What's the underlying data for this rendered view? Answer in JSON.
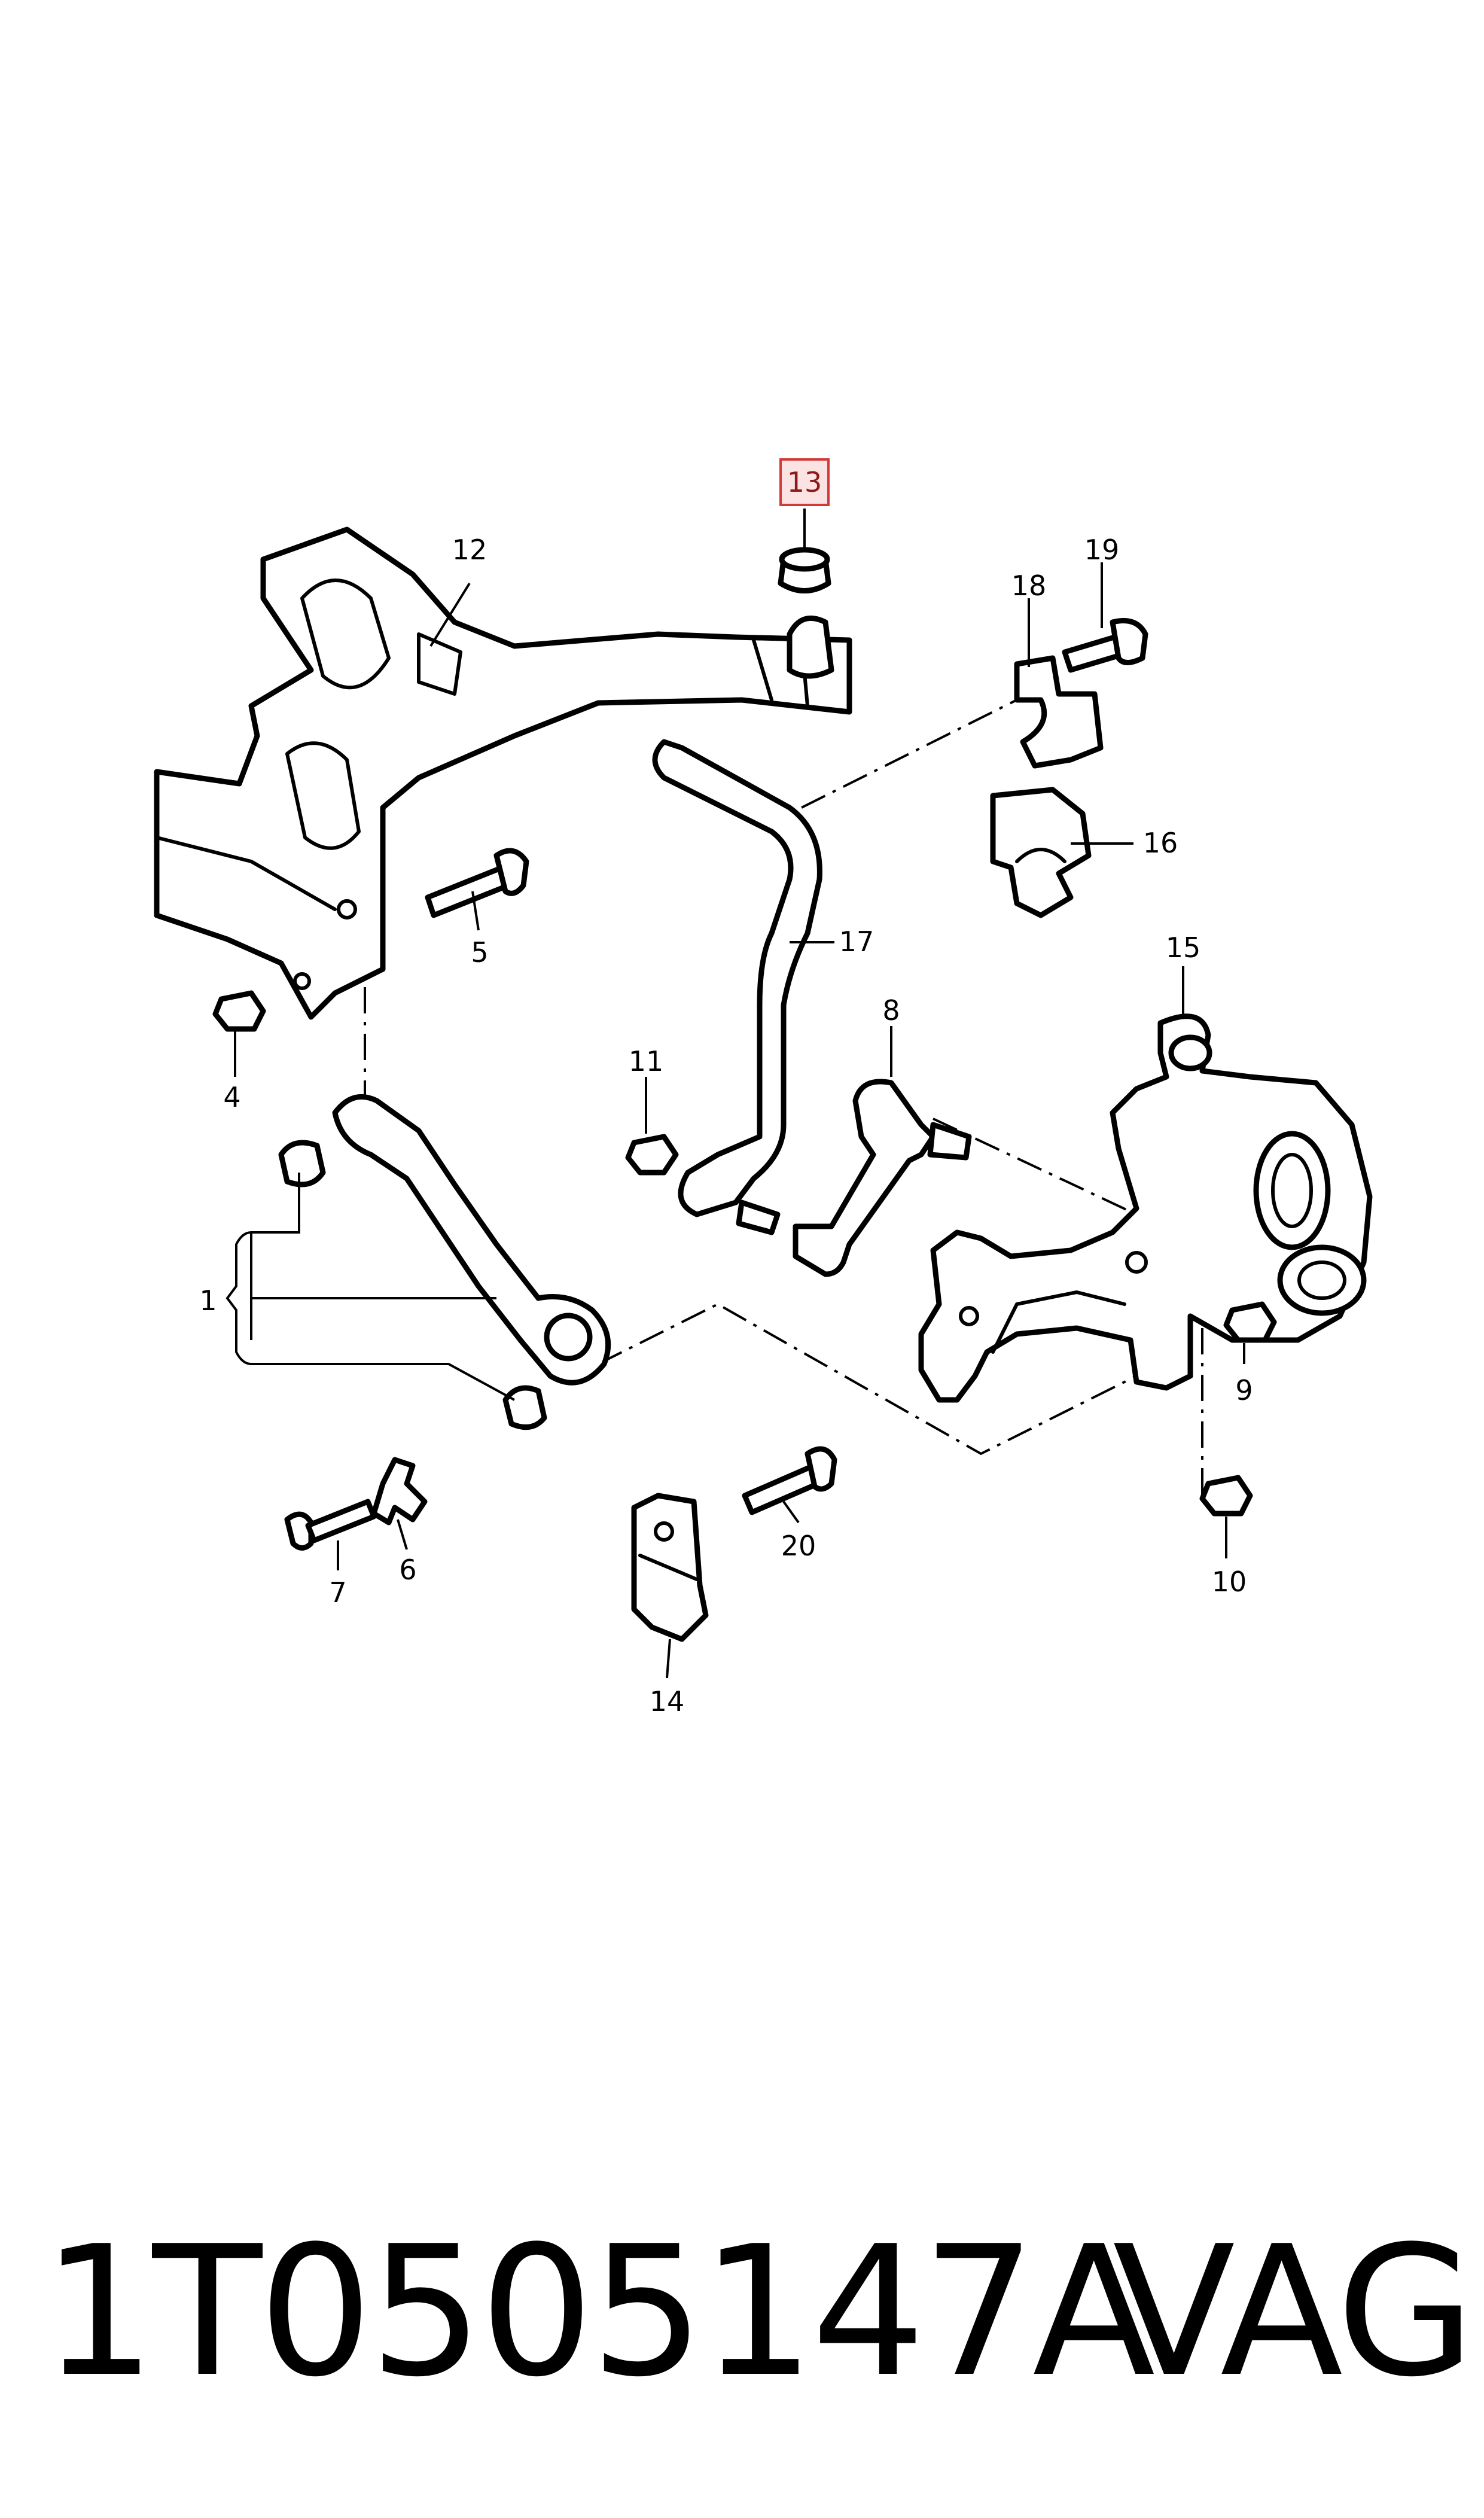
{
  "diagram": {
    "highlighted_callout": "13",
    "callouts": [
      "1",
      "4",
      "5",
      "6",
      "7",
      "8",
      "9",
      "10",
      "11",
      "12",
      "13",
      "14",
      "15",
      "16",
      "17",
      "18",
      "19",
      "20"
    ]
  },
  "footer": {
    "part_number": "1T0505147A",
    "brand": "VAG"
  },
  "colors": {
    "line": "#000000",
    "highlight_fill": "#fbe3e3",
    "highlight_border": "#d23a3a",
    "highlight_text": "#8b1a1a"
  }
}
